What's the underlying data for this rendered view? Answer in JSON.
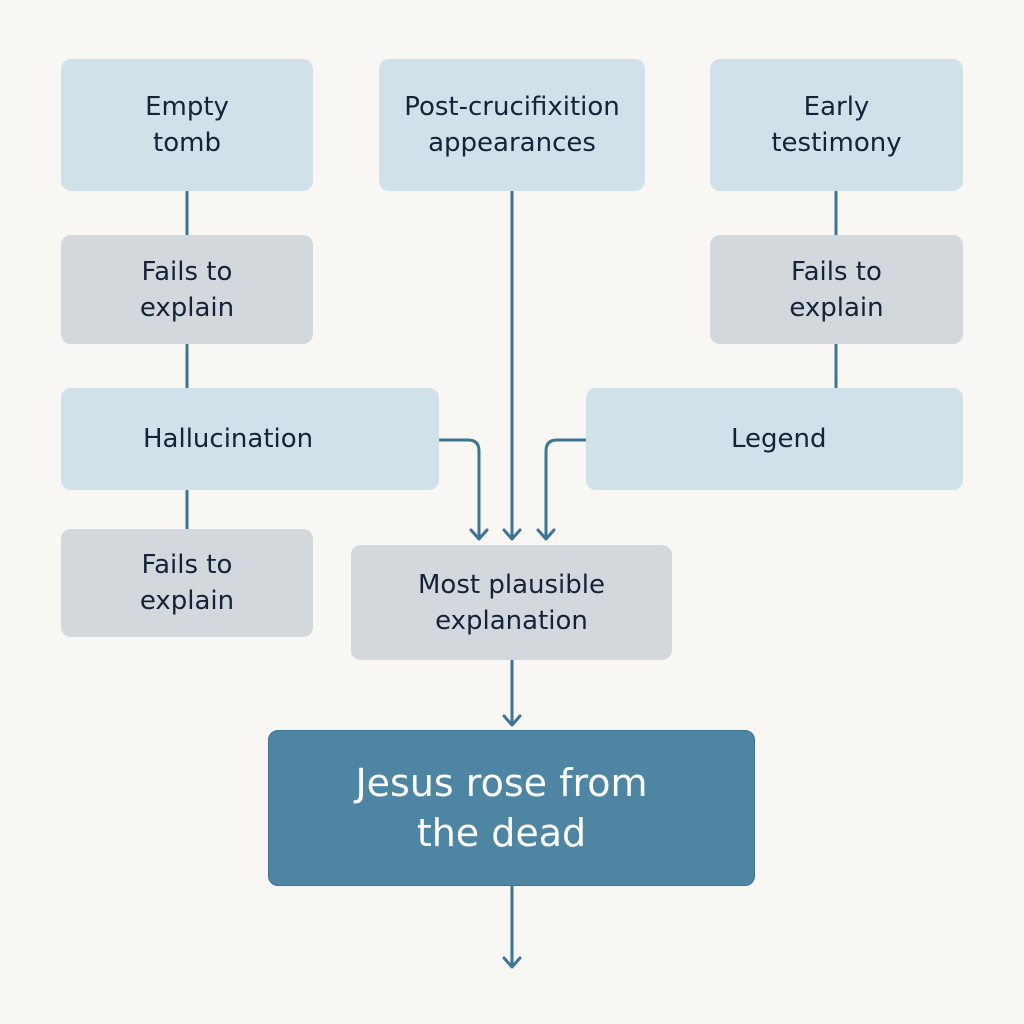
{
  "nodes": {
    "empty_tomb": "Empty\ntomb",
    "post_crucifixion": "Post-crucifixition\nappearances",
    "early_testimony": "Early\ntestimony",
    "fails_left_1": "Fails to\nexplain",
    "fails_right_1": "Fails to\nexplain",
    "hallucination": "Hallucination",
    "legend": "Legend",
    "fails_left_2": "Fails to\nexplain",
    "most_plausible": "Most plausible\nexplanation",
    "conclusion": "Jesus rose from\nthe dead"
  },
  "colors": {
    "connector": "#3d7596",
    "evidence_box": "#d1e1ea",
    "rejection_box": "#d2d8dc",
    "conclusion_box": "#4e85a3"
  }
}
